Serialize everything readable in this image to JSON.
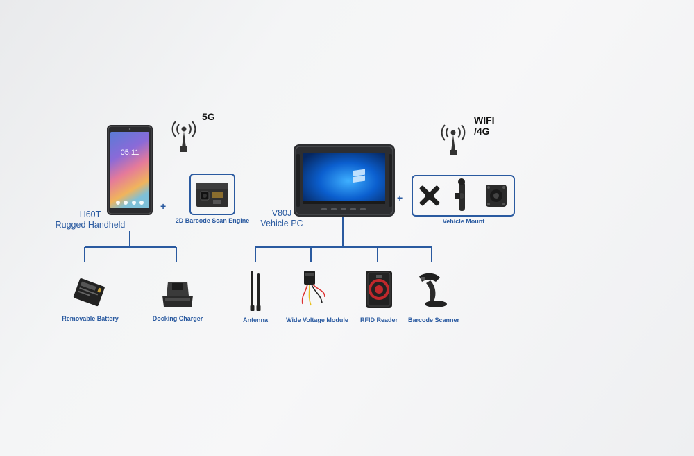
{
  "handheld": {
    "model": "H60T",
    "name": "Rugged Handheld",
    "network": "5G",
    "screen_time": "05:11",
    "accessory": "2D Barcode Scan Engine",
    "children": [
      "Removable Battery",
      "Docking Charger"
    ]
  },
  "vehicle_pc": {
    "model": "V80J",
    "name": "Vehicle PC",
    "network_line1": "WIFI",
    "network_line2": "/4G",
    "accessory": "Vehicle Mount",
    "children": [
      "Antenna",
      "Wide Voltage Module",
      "RFID Reader",
      "Barcode Scanner"
    ]
  },
  "plus_sign": "+",
  "colors": {
    "accent": "#2a5aa0",
    "device_dark": "#2b2b2e",
    "text_dark": "#111111"
  }
}
